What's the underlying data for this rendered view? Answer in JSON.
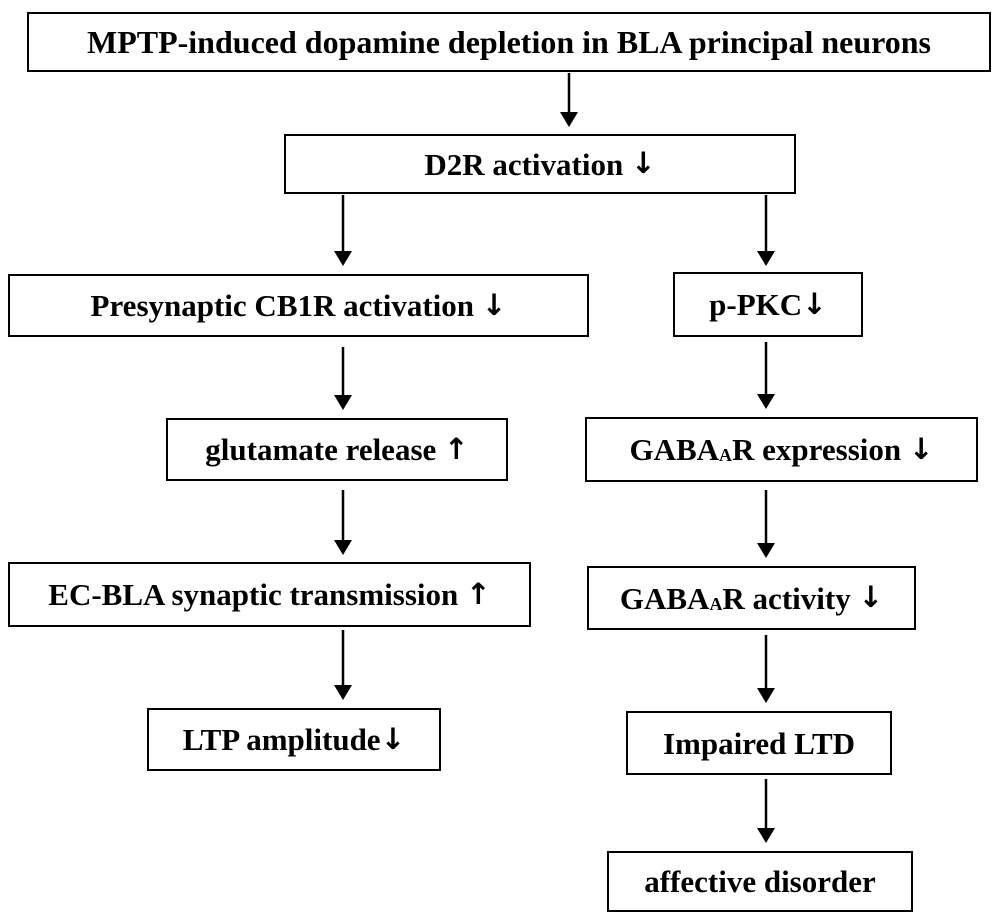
{
  "nodes": {
    "root": {
      "text": "MPTP-induced dopamine depletion in BLA principal neurons"
    },
    "d2r": {
      "text": "D2R activation",
      "arrow": "↓"
    },
    "cb1r": {
      "text": "Presynaptic CB1R activation",
      "arrow": "↓"
    },
    "pkc": {
      "text": "p-PKC",
      "arrow": "↓"
    },
    "glutamate": {
      "text": "glutamate release",
      "arrow": "↑"
    },
    "gabaa_expression": {
      "prefix": "GABA",
      "subscript": "A",
      "suffix": "R expression",
      "arrow": "↓"
    },
    "ec_bla": {
      "text": "EC-BLA synaptic transmission",
      "arrow": "↑"
    },
    "gabaa_activity": {
      "prefix": "GABA",
      "subscript": "A",
      "suffix": "R activity",
      "arrow": "↓"
    },
    "ltp": {
      "text": "LTP amplitude",
      "arrow": "↓"
    },
    "ltd": {
      "text": "Impaired LTD"
    },
    "affective": {
      "text": "affective disorder"
    }
  },
  "edges": [
    {
      "from": "root",
      "to": "d2r"
    },
    {
      "from": "d2r",
      "to": "cb1r"
    },
    {
      "from": "d2r",
      "to": "pkc"
    },
    {
      "from": "cb1r",
      "to": "glutamate"
    },
    {
      "from": "glutamate",
      "to": "ec_bla"
    },
    {
      "from": "ec_bla",
      "to": "ltp"
    },
    {
      "from": "pkc",
      "to": "gabaa_expression"
    },
    {
      "from": "gabaa_expression",
      "to": "gabaa_activity"
    },
    {
      "from": "gabaa_activity",
      "to": "ltd"
    },
    {
      "from": "ltd",
      "to": "affective"
    }
  ],
  "colors": {
    "stroke": "#000000",
    "background": "#ffffff",
    "text": "#000000"
  }
}
